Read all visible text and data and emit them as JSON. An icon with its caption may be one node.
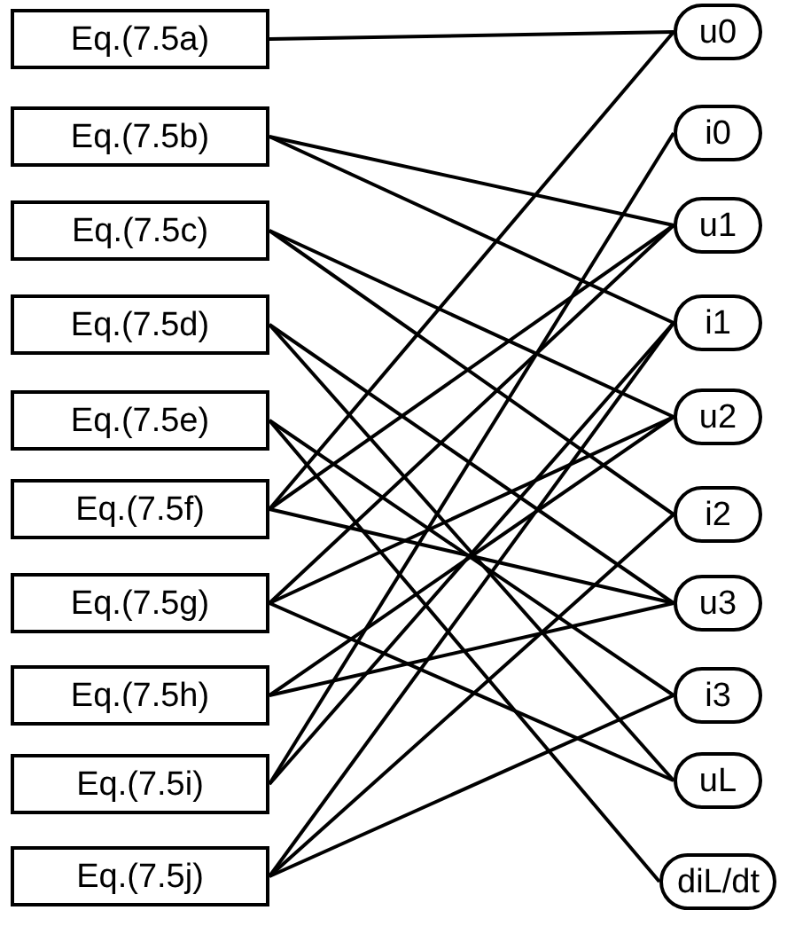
{
  "diagram": {
    "nodes": [
      {
        "text": [
          "Eq.(7.5a)"
        ]
      },
      {
        "text": [
          "Eq.(7.5b)"
        ]
      },
      {
        "text": [
          "Eq.(7.5c)"
        ]
      },
      {
        "text": [
          "Eq.(7.5d)"
        ]
      },
      {
        "text": [
          "Eq.(7.5e)"
        ]
      },
      {
        "text": [
          "Eq.(7.5f)"
        ]
      },
      {
        "text": [
          "Eq.(7.5g)"
        ]
      },
      {
        "text": [
          "Eq.(7.5h)"
        ]
      },
      {
        "text": [
          "Eq.(7.5i)"
        ]
      },
      {
        "text": [
          "Eq.(7.5j)"
        ]
      },
      {
        "text": [
          "u0"
        ]
      },
      {
        "text": [
          "i0"
        ]
      },
      {
        "text": [
          "u1"
        ]
      },
      {
        "text": [
          "i1"
        ]
      },
      {
        "text": [
          "u2"
        ]
      },
      {
        "text": [
          "i2"
        ]
      },
      {
        "text": [
          "u3"
        ]
      },
      {
        "text": [
          "i3"
        ]
      },
      {
        "text": [
          "uL"
        ]
      },
      {
        "text": [
          "diL/dt"
        ]
      }
    ],
    "edges": [
      {
        "from": 0,
        "to": 10,
        "arrow": "none"
      },
      {
        "from": 1,
        "to": 12,
        "arrow": "none"
      },
      {
        "from": 1,
        "to": 13,
        "arrow": "none"
      },
      {
        "from": 2,
        "to": 14,
        "arrow": "none"
      },
      {
        "from": 2,
        "to": 15,
        "arrow": "none"
      },
      {
        "from": 3,
        "to": 16,
        "arrow": "none"
      },
      {
        "from": 3,
        "to": 18,
        "arrow": "none"
      },
      {
        "from": 4,
        "to": 17,
        "arrow": "none"
      },
      {
        "from": 4,
        "to": 19,
        "arrow": "none"
      },
      {
        "from": 5,
        "to": 10,
        "arrow": "none"
      },
      {
        "from": 5,
        "to": 12,
        "arrow": "none"
      },
      {
        "from": 5,
        "to": 16,
        "arrow": "none"
      },
      {
        "from": 6,
        "to": 12,
        "arrow": "none"
      },
      {
        "from": 6,
        "to": 14,
        "arrow": "none"
      },
      {
        "from": 6,
        "to": 18,
        "arrow": "none"
      },
      {
        "from": 7,
        "to": 14,
        "arrow": "none"
      },
      {
        "from": 7,
        "to": 16,
        "arrow": "none"
      },
      {
        "from": 8,
        "to": 11,
        "arrow": "none"
      },
      {
        "from": 8,
        "to": 13,
        "arrow": "none"
      },
      {
        "from": 9,
        "to": 13,
        "arrow": "none"
      },
      {
        "from": 9,
        "to": 15,
        "arrow": "none"
      },
      {
        "from": 9,
        "to": 17,
        "arrow": "none"
      }
    ]
  }
}
